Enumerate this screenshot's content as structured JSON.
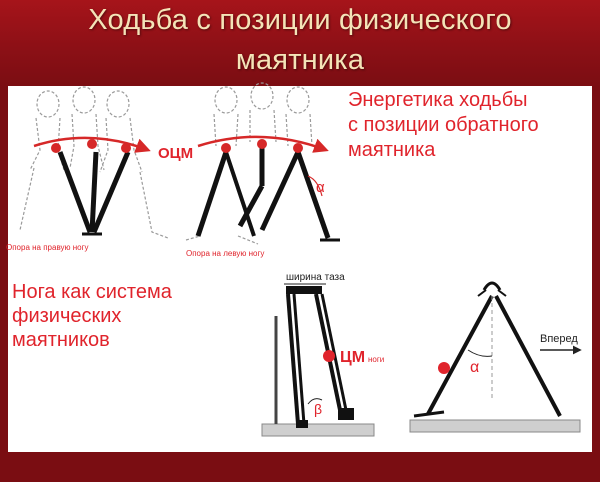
{
  "slide": {
    "title_line1": "Ходьба с позиции физического",
    "title_line2": "маятника"
  },
  "walking": {
    "heading_line1": "Энергетика ходьбы",
    "heading_line2": "с позиции обратного",
    "heading_line3": "маятника",
    "ocm_label": "ОЦМ",
    "alpha_label": "α",
    "support_right": "Опора на правую ногу",
    "support_left": "Опора на левую ногу"
  },
  "leg": {
    "heading_line1": "Нога как система",
    "heading_line2": "физических",
    "heading_line3": "маятников",
    "pelvis_width": "ширина таза",
    "cm_label": "ЦМ",
    "cm_sub": "ноги",
    "beta_label": "β",
    "alpha_label": "α",
    "forward_label": "Вперед"
  },
  "colors": {
    "title_band": "#a6141a",
    "title_text": "#f4e4b8",
    "accent_red": "#e0242c",
    "background": "#7a0d12"
  }
}
